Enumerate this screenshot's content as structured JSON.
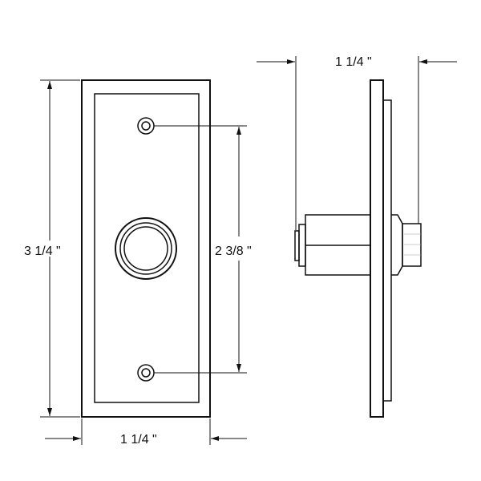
{
  "front_view": {
    "height_label": "3 1/4 \"",
    "hole_spacing_label": "2 3/8 \"",
    "width_label": "1 1/4 \""
  },
  "side_view": {
    "depth_label": "1 1/4 \""
  },
  "colors": {
    "line": "#111111",
    "background": "#ffffff"
  }
}
